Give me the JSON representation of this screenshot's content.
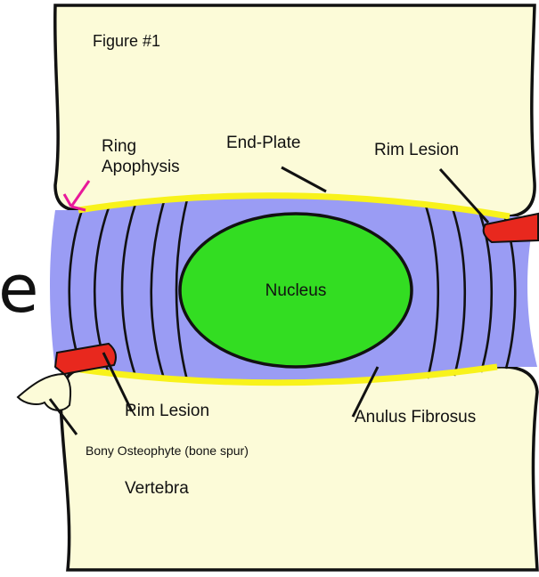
{
  "figure_label": "Figure #1",
  "partial_text_left": "e",
  "labels": {
    "ring_apophysis_line1": "Ring",
    "ring_apophysis_line2": "Apophysis",
    "end_plate": "End-Plate",
    "rim_lesion_top": "Rim Lesion",
    "nucleus": "Nucleus",
    "rim_lesion_bottom": "Rim Lesion",
    "anulus_fibrosus": "Anulus Fibrosus",
    "bony_osteophyte": "Bony Osteophyte (bone spur)",
    "vertebra": "Vertebra"
  },
  "colors": {
    "bone": "#fcfbd8",
    "end_plate": "#f8f21b",
    "anulus": "#9a9cf4",
    "nucleus": "#33dd22",
    "lesion": "#e8281e",
    "ring_apophysis_marker": "#e8199a",
    "outline": "#111111"
  }
}
